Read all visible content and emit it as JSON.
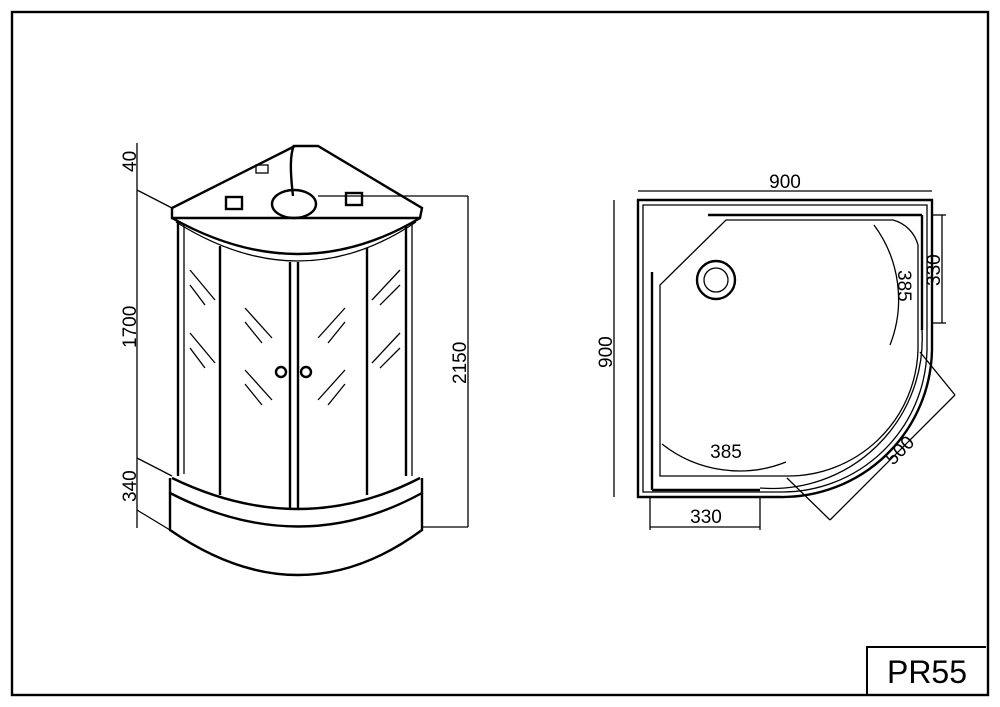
{
  "model": "PR55",
  "side_view": {
    "dimensions": {
      "top": "40",
      "cabin_height": "1700",
      "tray_height": "340",
      "total_height": "2150"
    }
  },
  "plan_view": {
    "dimensions": {
      "width": "900",
      "depth": "900",
      "side_panel_right": "330",
      "side_panel_bottom": "330",
      "door_arc_right": "385",
      "door_arc_bottom": "385",
      "diagonal": "500"
    }
  }
}
